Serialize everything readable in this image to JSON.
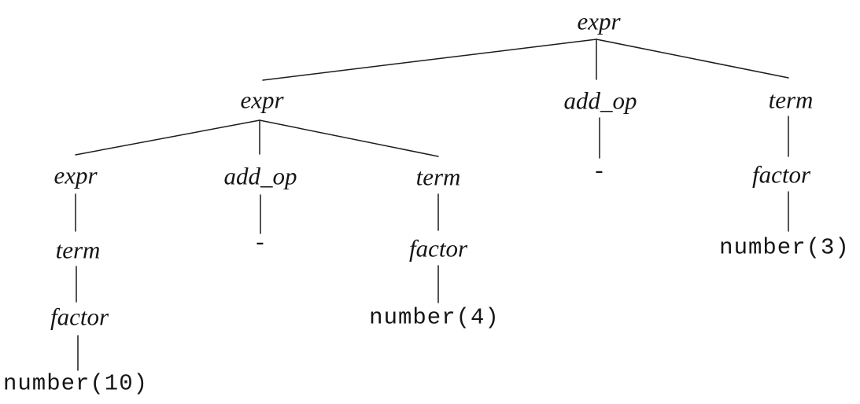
{
  "tree": {
    "label": "expr",
    "children": [
      {
        "label": "expr",
        "children": [
          {
            "label": "expr",
            "children": [
              {
                "label": "term",
                "children": [
                  {
                    "label": "factor",
                    "children": [
                      {
                        "label": "number(10)",
                        "terminal": true
                      }
                    ]
                  }
                ]
              }
            ]
          },
          {
            "label": "add_op",
            "children": [
              {
                "label": "-",
                "terminal": true
              }
            ]
          },
          {
            "label": "term",
            "children": [
              {
                "label": "factor",
                "children": [
                  {
                    "label": "number(4)",
                    "terminal": true
                  }
                ]
              }
            ]
          }
        ]
      },
      {
        "label": "add_op",
        "children": [
          {
            "label": "-",
            "terminal": true
          }
        ]
      },
      {
        "label": "term",
        "children": [
          {
            "label": "factor",
            "children": [
              {
                "label": "number(3)",
                "terminal": true
              }
            ]
          }
        ]
      }
    ]
  },
  "style": {
    "line_color": "#1c1c1c",
    "text_color": "#151515",
    "background": "#ffffff"
  }
}
